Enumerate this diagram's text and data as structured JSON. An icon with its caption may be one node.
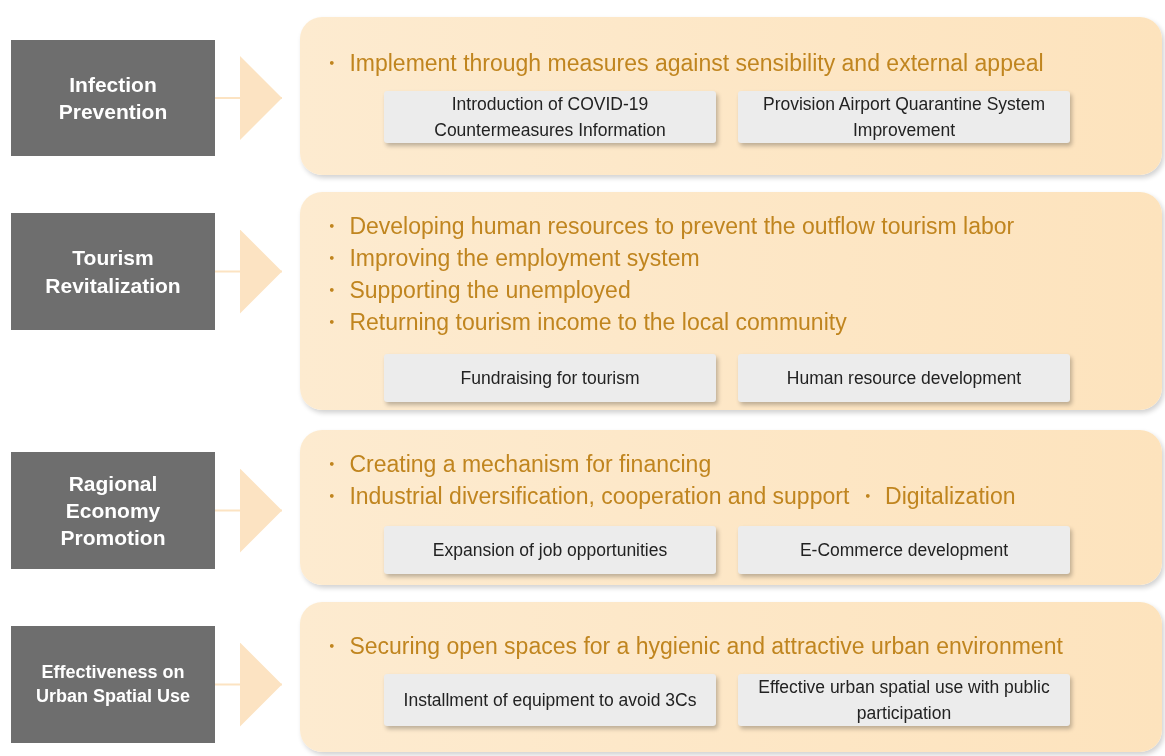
{
  "diagram": {
    "nodes": [
      {
        "text": [
          "Infection Prevention"
        ]
      },
      {
        "text": [
          "・ Implement through measures against sensibility and external appeal"
        ]
      },
      {
        "text": [
          "Introduction of COVID-19 Countermeasures Information"
        ],
        "in": 1
      },
      {
        "text": [
          "Provision Airport Quarantine System Improvement"
        ],
        "in": 1
      },
      {
        "text": [
          "Tourism Revitalization"
        ]
      },
      {
        "text": [
          "・ Developing human resources to prevent the outflow tourism labor",
          "・ Improving the employment system",
          "・ Supporting the unemployed",
          "・ Returning tourism income to the local community"
        ]
      },
      {
        "text": [
          "Fundraising for tourism"
        ],
        "in": 5
      },
      {
        "text": [
          "Human resource development"
        ],
        "in": 5
      },
      {
        "text": [
          "Ragional Economy Promotion"
        ]
      },
      {
        "text": [
          "・ Creating a mechanism for financing",
          "・ Industrial diversification, cooperation and support ・ Digitalization"
        ]
      },
      {
        "text": [
          "Expansion of job opportunities"
        ],
        "in": 9
      },
      {
        "text": [
          "E-Commerce development"
        ],
        "in": 9
      },
      {
        "text": [
          "Effectiveness on Urban Spatial Use"
        ]
      },
      {
        "text": [
          "・ Securing open spaces for a hygienic and attractive urban environment"
        ]
      },
      {
        "text": [
          "Installment of equipment to avoid 3Cs"
        ],
        "in": 13
      },
      {
        "text": [
          "Effective urban spatial use with public participation"
        ],
        "in": 13
      }
    ],
    "edges": [
      {
        "from": 0,
        "to": 1,
        "arrow": "to"
      },
      {
        "from": 4,
        "to": 5,
        "arrow": "to"
      },
      {
        "from": 8,
        "to": 9,
        "arrow": "to"
      },
      {
        "from": 12,
        "to": 13,
        "arrow": "to"
      }
    ]
  }
}
